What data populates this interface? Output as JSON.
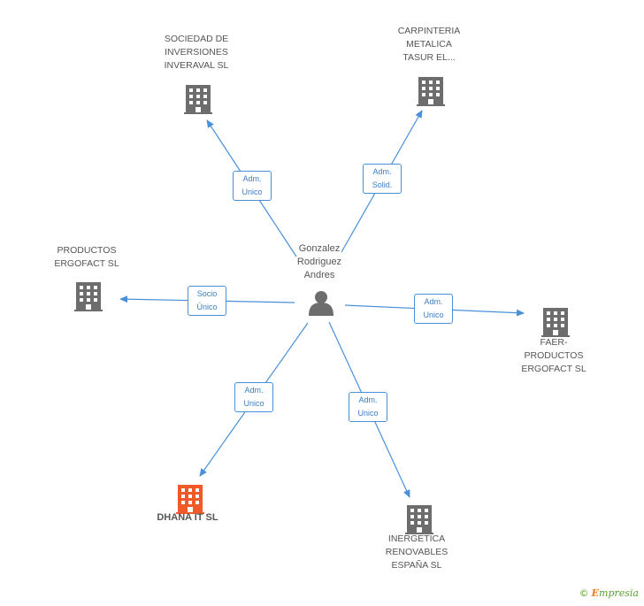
{
  "colors": {
    "edge": "#4a90d9",
    "company": "#6d6d6d",
    "focus": "#f05a28",
    "person": "#6d6d6d"
  },
  "center": {
    "name": "Gonzalez\nRodriguez\nAndres",
    "icon": "person-icon"
  },
  "companies": [
    {
      "id": "sociedad",
      "name": "SOCIEDAD DE\nINVERSIONES\nINVERAVAL SL",
      "icon": "building-icon",
      "focus": false
    },
    {
      "id": "carpinteria",
      "name": "CARPINTERIA\nMETALICA\nTASUR EL...",
      "icon": "building-icon",
      "focus": false
    },
    {
      "id": "productos",
      "name": "PRODUCTOS\nERGOFACT SL",
      "icon": "building-icon",
      "focus": false
    },
    {
      "id": "faer",
      "name": "FAER-\nPRODUCTOS\nERGOFACT SL",
      "icon": "building-icon",
      "focus": false
    },
    {
      "id": "dhana",
      "name": "DHANA IT SL",
      "icon": "building-icon",
      "focus": true
    },
    {
      "id": "inergetica",
      "name": "INERGETICA\nRENOVABLES\nESPAÑA SL",
      "icon": "building-icon",
      "focus": false
    }
  ],
  "relations": [
    {
      "to": "sociedad",
      "label": "Adm.\nUnico"
    },
    {
      "to": "carpinteria",
      "label": "Adm.\nSolid."
    },
    {
      "to": "productos",
      "label": "Socio\nÚnico"
    },
    {
      "to": "faer",
      "label": "Adm.\nUnico"
    },
    {
      "to": "dhana",
      "label": "Adm.\nUnico"
    },
    {
      "to": "inergetica",
      "label": "Adm.\nUnico"
    }
  ],
  "brand": {
    "copyright": "©",
    "name_initial": "E",
    "name_rest": "mpresia"
  }
}
